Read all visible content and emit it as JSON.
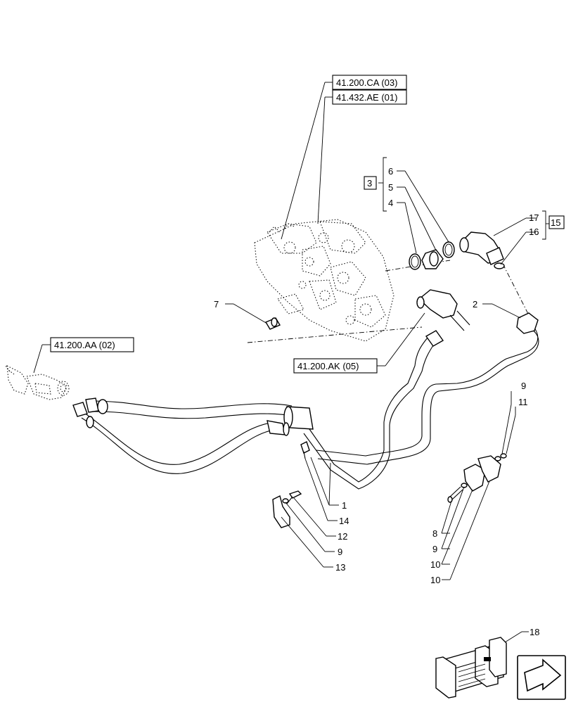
{
  "references": {
    "ref_ca": "41.200.CA (03)",
    "ref_ae": "41.432.AE (01)",
    "ref_aa": "41.200.AA (02)",
    "ref_ak": "41.200.AK (05)"
  },
  "group_labels": {
    "group_3": "3",
    "group_15": "15"
  },
  "callouts": {
    "c1": "1",
    "c2": "2",
    "c4": "4",
    "c5": "5",
    "c6": "6",
    "c7": "7",
    "c8": "8",
    "c9_left": "9",
    "c9_top": "9",
    "c9_bottom": "9",
    "c10_a": "10",
    "c10_b": "10",
    "c11": "11",
    "c12": "12",
    "c13": "13",
    "c14": "14",
    "c16": "16",
    "c17": "17",
    "c18": "18"
  },
  "icons": {
    "nav": "next-page-arrow-icon",
    "kit": "parts-kit-crate-icon"
  }
}
